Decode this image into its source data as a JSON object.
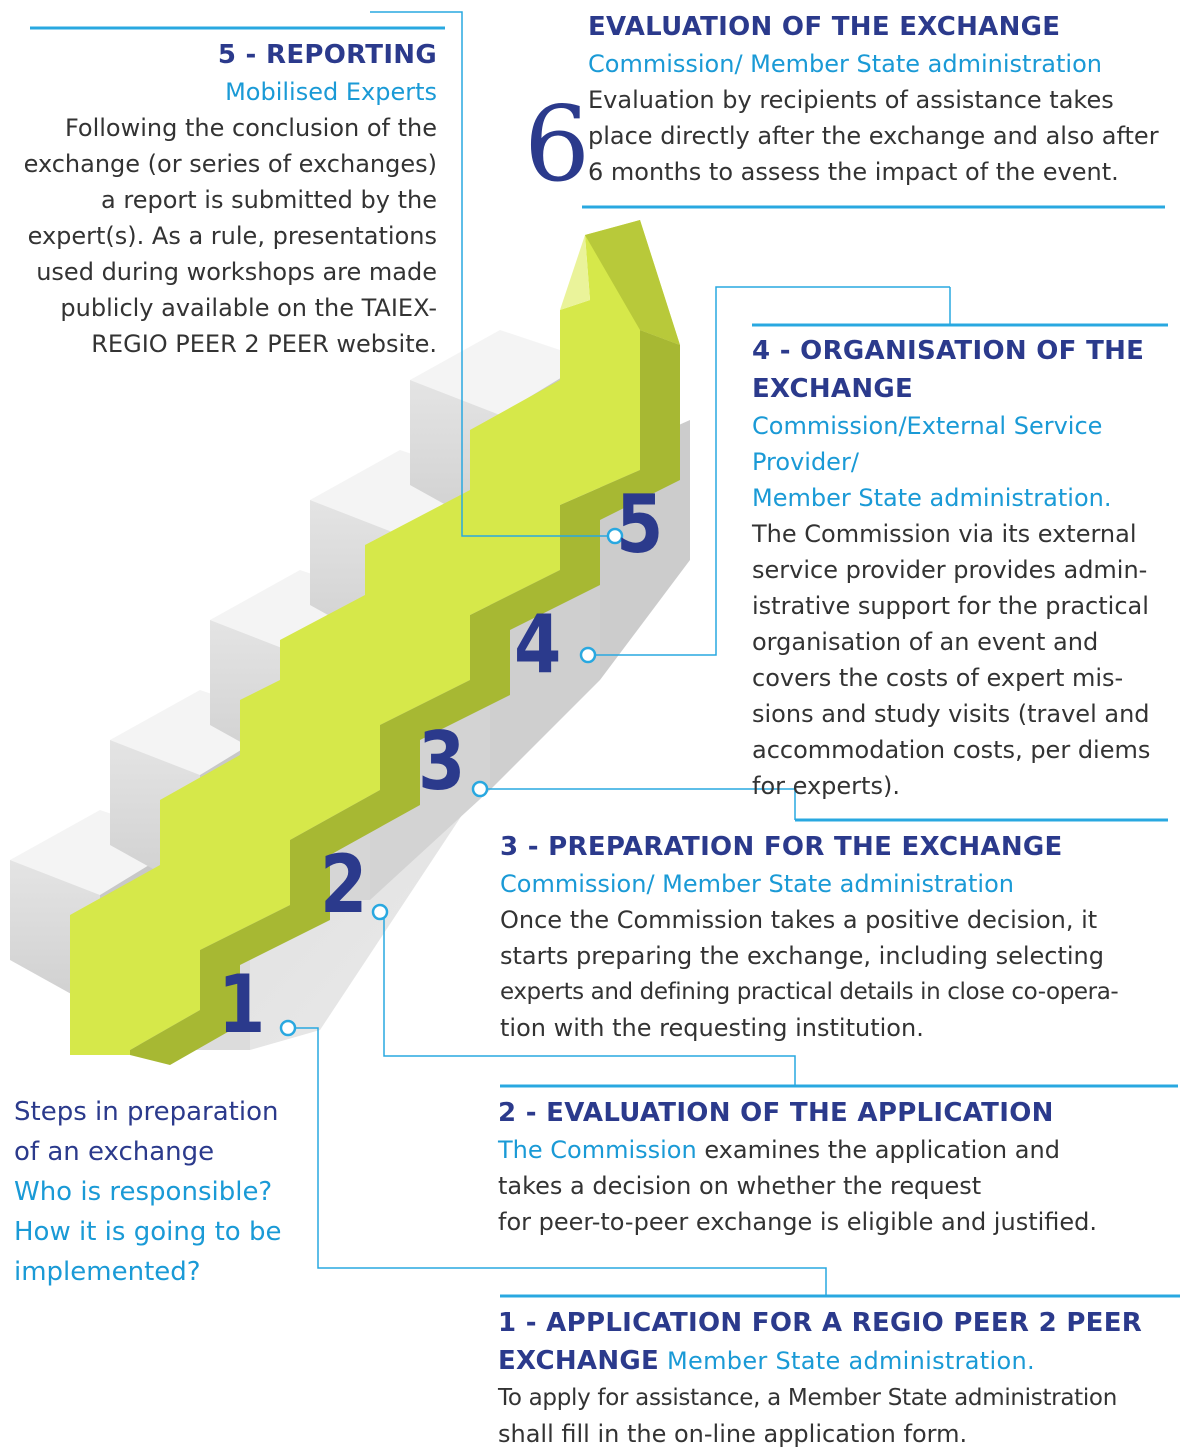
{
  "colors": {
    "navy": "#2b3a8c",
    "blue": "#1a9ad6",
    "text": "#333333",
    "arrow": "#d6e84a",
    "line": "#29a8e0"
  },
  "step6": {
    "number": "6",
    "title": "EVALUATION OF THE EXCHANGE",
    "responsible": "Commission/ Member State administration",
    "body": [
      "Evaluation by recipients of assistance takes",
      "place directly after the exchange and also after",
      "6 months to assess the impact of the event."
    ]
  },
  "step5": {
    "title": "5 - REPORTING",
    "responsible": "Mobilised Experts",
    "body": [
      "Following the conclusion of the",
      "exchange (or series of exchanges)",
      "a report is submitted by the",
      "expert(s). As a rule, presentations",
      "used during workshops are made",
      "publicly available on the TAIEX-",
      "REGIO PEER 2 PEER website."
    ]
  },
  "step4": {
    "title": [
      "4 - ORGANISATION OF THE",
      "EXCHANGE"
    ],
    "responsible": [
      "Commission/External Service",
      "Provider/",
      "Member State administration."
    ],
    "body": [
      "The Commission via its external",
      "service provider provides admin-",
      "istrative support for the practical",
      "organisation of an event and",
      "covers the costs of expert mis-",
      "sions and study visits (travel and",
      "accommodation costs, per diems",
      "for experts)."
    ]
  },
  "step3": {
    "title": "3 - PREPARATION FOR THE EXCHANGE",
    "responsible": "Commission/ Member State administration",
    "body": [
      "Once the Commission takes a positive decision, it",
      "starts preparing the exchange, including selecting",
      "experts and defining practical details in close co-opera-",
      "tion with the requesting institution."
    ]
  },
  "step2": {
    "title": "2 - EVALUATION OF THE APPLICATION",
    "responsible": "The Commission",
    "body_first": " examines the application and",
    "body": [
      "takes a decision on whether the request",
      "for peer-to-peer exchange is eligible and justified."
    ]
  },
  "step1": {
    "title_line1": "1 - APPLICATION FOR A REGIO PEER 2 PEER",
    "title_line2": "EXCHANGE",
    "responsible": " Member State administration.",
    "body": [
      "To apply for assistance, a Member State administration",
      "shall fill in the on-line application form."
    ]
  },
  "intro": {
    "line1": "Steps in preparation",
    "line2": "of an exchange",
    "line3": "Who is responsible?",
    "line4": "How it is going to be",
    "line5": "implemented?"
  },
  "stair_numbers": [
    "1",
    "2",
    "3",
    "4",
    "5"
  ]
}
